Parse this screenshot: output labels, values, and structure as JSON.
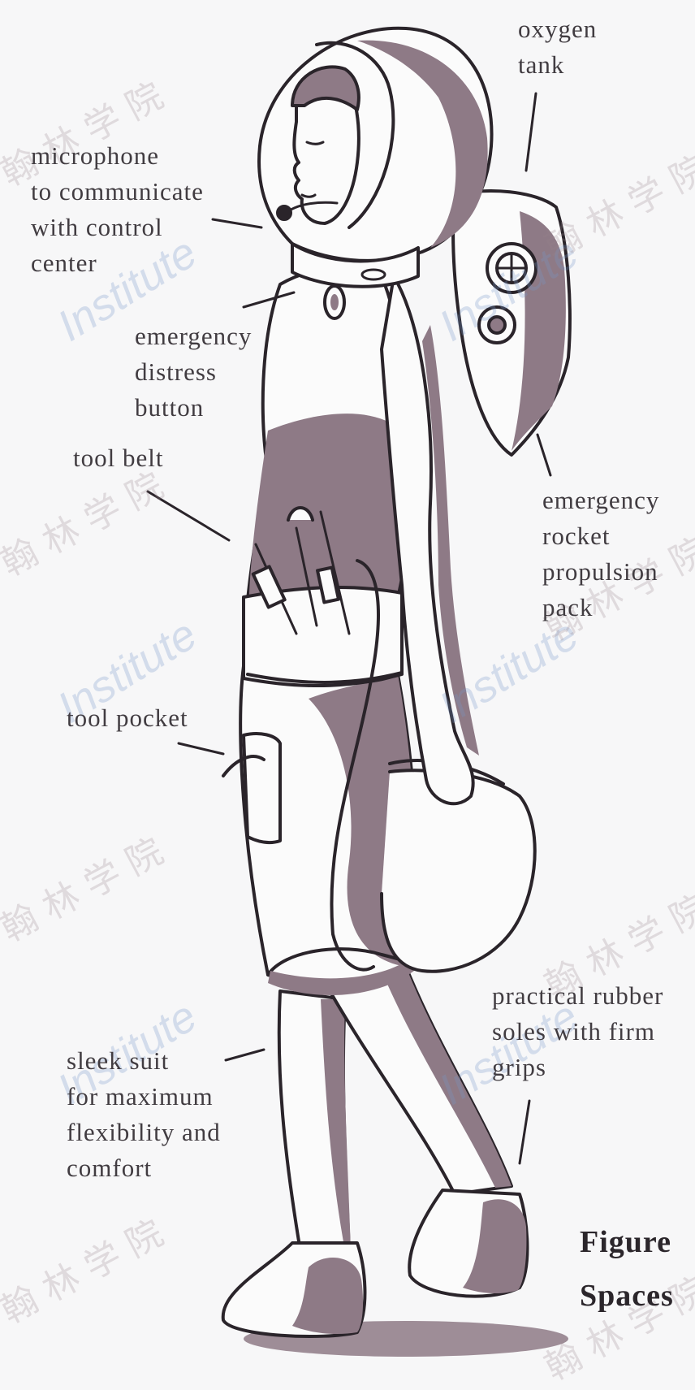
{
  "labels": {
    "oxygen_tank": [
      "oxygen",
      "tank"
    ],
    "microphone": [
      "microphone",
      "to communicate",
      "with control",
      "center"
    ],
    "emergency_button": [
      "emergency",
      "distress",
      "button"
    ],
    "tool_belt": [
      "tool belt"
    ],
    "rocket_pack": [
      "emergency",
      "rocket",
      "propulsion",
      "pack"
    ],
    "tool_pocket": [
      "tool pocket"
    ],
    "rubber_soles": [
      "practical rubber",
      "soles with firm",
      "grips"
    ],
    "sleek_suit": [
      "sleek suit",
      "for maximum",
      "flexibility and",
      "comfort"
    ]
  },
  "caption": [
    "Figure",
    "Spaces"
  ],
  "watermark": {
    "latin": "Institute",
    "cjk": "翰 林 学 院"
  },
  "colors": {
    "ink": "#2a242a",
    "shade": "#8e7a86",
    "paper": "#f7f7f8",
    "skin": "#fbfbfb"
  }
}
